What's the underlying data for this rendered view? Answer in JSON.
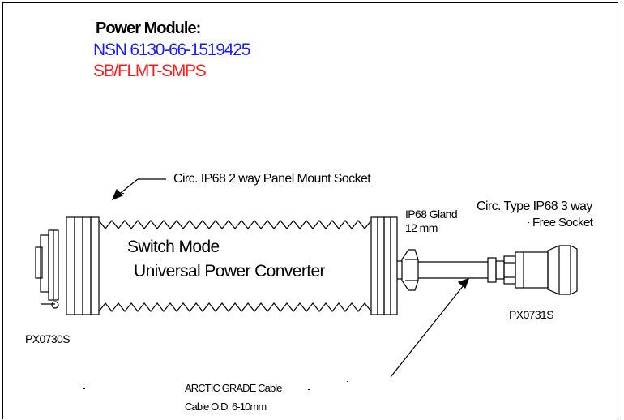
{
  "header": {
    "title": "Power Module:",
    "nsn": "NSN 6130-66-1519425",
    "model": "SB/FLMT-SMPS"
  },
  "labels": {
    "panel_socket": "Circ. IP68 2 way Panel Mount Socket",
    "converter_line1": "Switch Mode",
    "converter_line2": "Universal Power Converter",
    "gland_line1": "IP68 Gland",
    "gland_line2": "12 mm",
    "free_socket_line1": "Circ. Type IP68 3 way",
    "free_socket_line2": "Free Socket",
    "panel_socket_part": "PX0730S",
    "free_socket_part": "PX0731S",
    "cable_line1": "ARCTIC GRADE Cable",
    "cable_line2": "Cable O.D. 6-10mm"
  },
  "colors": {
    "nsn": "#1a1aff",
    "model": "#ff1a1a",
    "line": "#000000"
  }
}
